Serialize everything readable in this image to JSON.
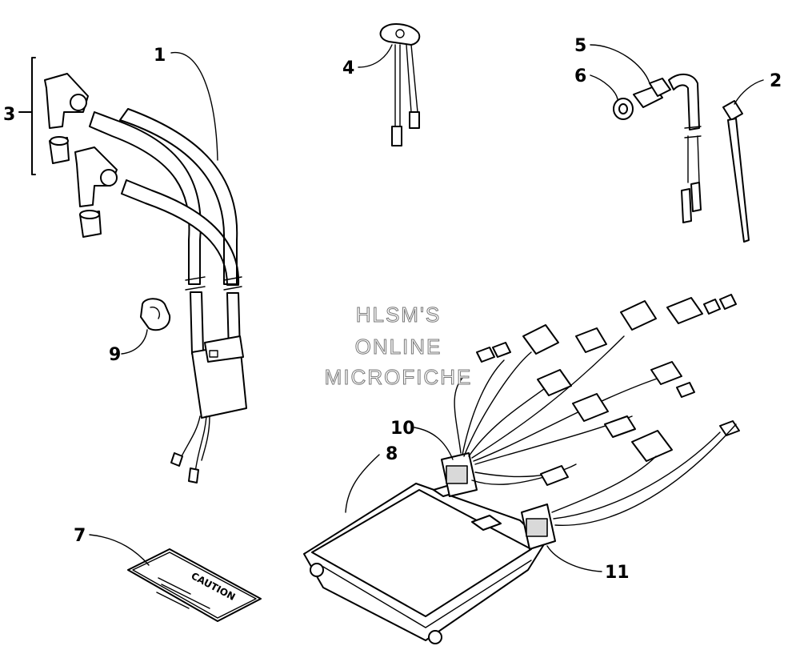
{
  "watermark": {
    "lines": [
      "HLSM'S",
      "ONLINE",
      "MICROFICHE"
    ]
  },
  "callouts": {
    "c1": "1",
    "c2": "2",
    "c3": "3",
    "c4": "4",
    "c5": "5",
    "c6": "6",
    "c7": "7",
    "c8": "8",
    "c9": "9",
    "c10": "10",
    "c11": "11"
  },
  "decal": {
    "text": "CAUTION"
  }
}
